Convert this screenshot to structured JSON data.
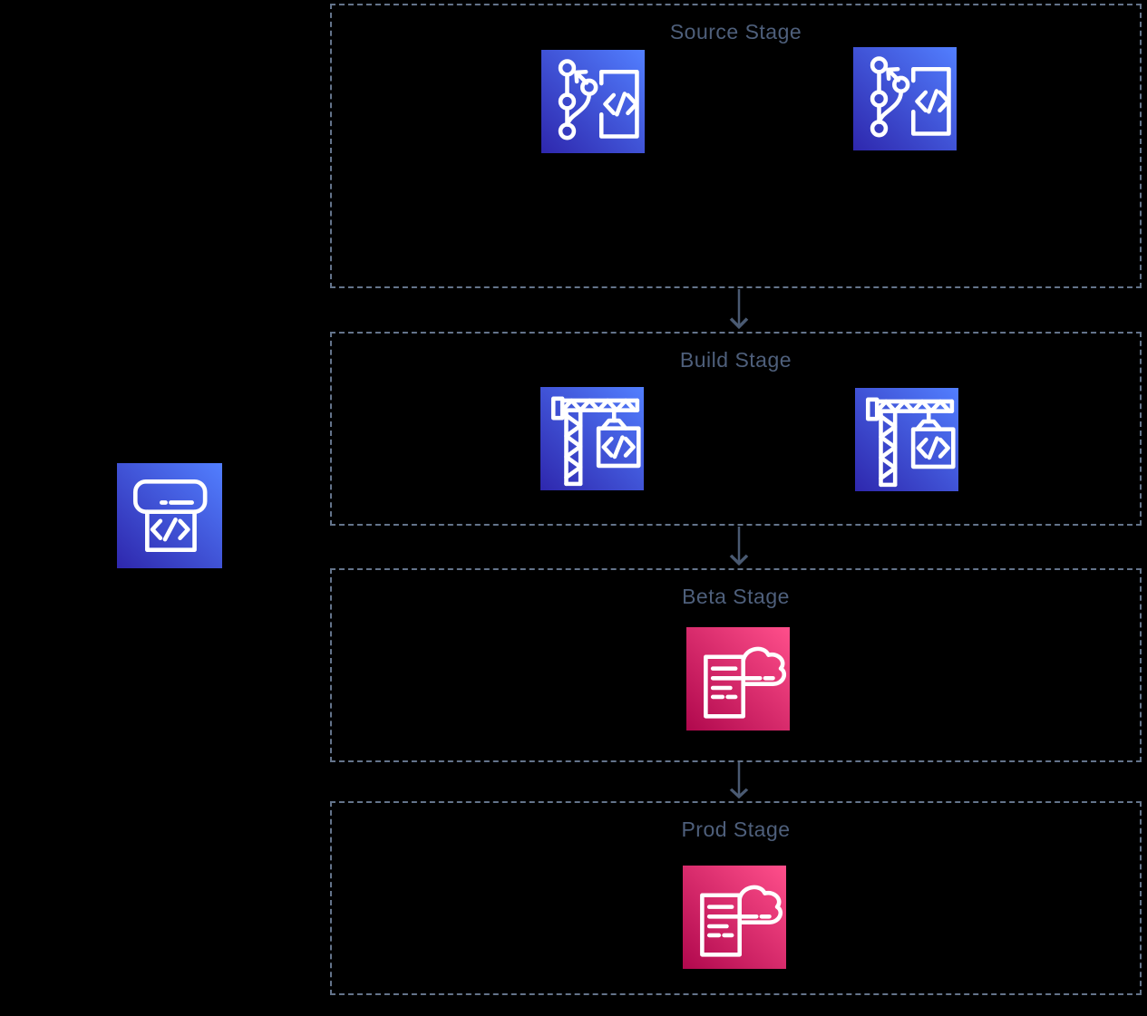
{
  "diagram": {
    "background": "#000000",
    "stages": [
      {
        "title": "Source Stage",
        "icons": [
          "CodeCommit",
          "CodeCommit"
        ]
      },
      {
        "title": "Build Stage",
        "icons": [
          "CodeBuild",
          "CodeBuild"
        ]
      },
      {
        "title": "Beta Stage",
        "icons": [
          "CloudFormation"
        ]
      },
      {
        "title": "Prod Stage",
        "icons": [
          "CloudFormation"
        ]
      }
    ],
    "standalone_icon": "CDK Pipeline",
    "arrows": 3,
    "colors": {
      "stage_border": "#64748b",
      "stage_title_text": "#4e5f7b",
      "arrow": "#4a5a72",
      "developer_tools_icon_gradient": [
        "#2E27AD",
        "#527FFF"
      ],
      "management_icon_gradient": [
        "#B0084D",
        "#FF4F8B"
      ],
      "icon_stroke": "#ffffff"
    }
  }
}
